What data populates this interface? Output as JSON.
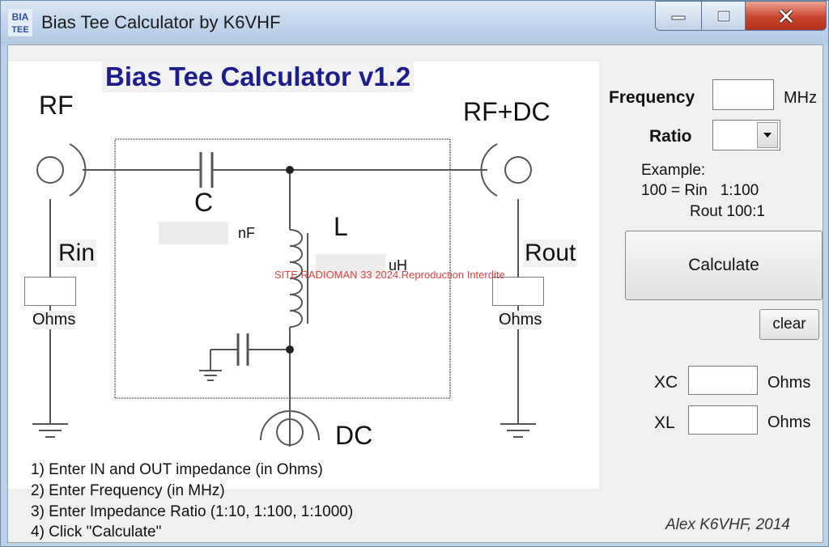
{
  "window": {
    "title": "Bias Tee Calculator by K6VHF",
    "icon_text_top": "BIA",
    "icon_text_bottom": "TEE"
  },
  "diagram": {
    "heading": "Bias Tee Calculator v1.2",
    "rf_label": "RF",
    "rf_dc_label": "RF+DC",
    "dc_label": "DC",
    "c_label": "C",
    "l_label": "L",
    "rin_label": "Rin",
    "rout_label": "Rout",
    "rin_unit": "Ohms",
    "rout_unit": "Ohms",
    "c_unit": "nF",
    "l_unit": "uH",
    "rin_value": "",
    "rout_value": "",
    "c_value": "",
    "l_value": ""
  },
  "controls": {
    "frequency_label": "Frequency",
    "frequency_unit": "MHz",
    "frequency_value": "",
    "ratio_label": "Ratio",
    "ratio_value": "",
    "example_line1": "Example:",
    "example_line2": "100 = Rin   1:100",
    "example_line3": "Rout 100:1",
    "calculate_label": "Calculate",
    "clear_label": "clear",
    "xc_label": "XC",
    "xl_label": "XL",
    "xc_unit": "Ohms",
    "xl_unit": "Ohms",
    "xc_value": "",
    "xl_value": ""
  },
  "instructions": [
    "1) Enter IN and OUT impedance (in Ohms)",
    "2) Enter Frequency (in MHz)",
    "3) Enter Impedance Ratio (1:10, 1:100, 1:1000)",
    "4) Click \"Calculate\""
  ],
  "signature": "Alex K6VHF, 2014",
  "watermark": "SITE RADIOMAN 33 2024.Reproduction Interdite",
  "colors": {
    "heading": "#1b1f8c",
    "close_button": "#c9462f",
    "watermark": "#dd4444"
  }
}
